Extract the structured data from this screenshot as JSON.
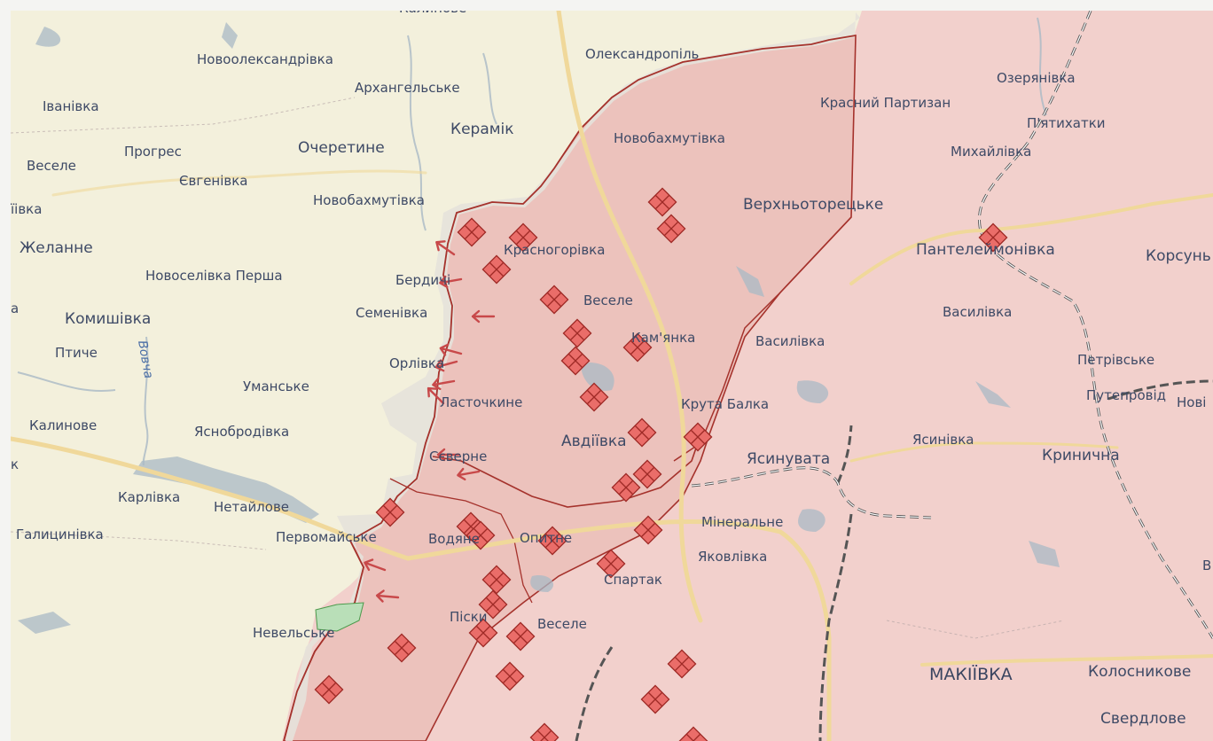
{
  "map": {
    "colors": {
      "background": "#f3f0dc",
      "occupied": "#f2d0cc",
      "recent_gain": "#ecc2bc",
      "contested": "#e5e2da",
      "front_line": "#a5322c",
      "marker": "#ea6d69",
      "water": "#a9b9c6",
      "road": "#f0d89a",
      "rail": "#555555"
    },
    "labels": [
      {
        "id": "kalynove-top",
        "text": "Калинове"
      },
      {
        "id": "novooleksandrivka",
        "text": "Новоолександрівка"
      },
      {
        "id": "oleksandropil",
        "text": "Олександропіль"
      },
      {
        "id": "arkhanhelske",
        "text": "Архангельське"
      },
      {
        "id": "ozerianivka",
        "text": "Озерянівка"
      },
      {
        "id": "ivanivka",
        "text": "Іванівка"
      },
      {
        "id": "krasnyi-partyzan",
        "text": "Красний Партизан"
      },
      {
        "id": "keramik",
        "text": "Керамік"
      },
      {
        "id": "piatykhatky",
        "text": "П'ятихатки"
      },
      {
        "id": "novobakhmutivka-east",
        "text": "Новобахмутівка"
      },
      {
        "id": "ocheretyne",
        "text": "Очеретине"
      },
      {
        "id": "prohres",
        "text": "Прогрес"
      },
      {
        "id": "mykhailivka",
        "text": "Михайлівка"
      },
      {
        "id": "vesele-west",
        "text": "Веселе"
      },
      {
        "id": "yevhenivka",
        "text": "Євгенівка"
      },
      {
        "id": "novobakhmutivka-west",
        "text": "Новобахмутівка"
      },
      {
        "id": "verkhnotoretske",
        "text": "Верхньоторецьке"
      },
      {
        "id": "ivka-edge",
        "text": "їівка"
      },
      {
        "id": "zhelanne",
        "text": "Желанне"
      },
      {
        "id": "krasnohorivka",
        "text": "Красногорівка"
      },
      {
        "id": "pantelemonivka",
        "text": "Пантелеймонівка"
      },
      {
        "id": "korsun",
        "text": "Корсунь"
      },
      {
        "id": "novoselivka-persha",
        "text": "Новоселівка Перша"
      },
      {
        "id": "berdychi",
        "text": "Бердичі"
      },
      {
        "id": "vesele-center",
        "text": "Веселе"
      },
      {
        "id": "semenivka",
        "text": "Семенівка"
      },
      {
        "id": "vasylivka-east",
        "text": "Василівка"
      },
      {
        "id": "komyshivka",
        "text": "Комишівка"
      },
      {
        "id": "kamianka",
        "text": "Кам'янка"
      },
      {
        "id": "vasylivka-center",
        "text": "Василівка"
      },
      {
        "id": "ptyche",
        "text": "Птиче"
      },
      {
        "id": "orlivka",
        "text": "Орлівка"
      },
      {
        "id": "petrivske",
        "text": "Петрівське"
      },
      {
        "id": "vovcha",
        "text": "Вовча"
      },
      {
        "id": "umanske",
        "text": "Уманське"
      },
      {
        "id": "putepravid",
        "text": "Путепровід"
      },
      {
        "id": "novi",
        "text": "Нові"
      },
      {
        "id": "lastochkyne",
        "text": "Ласточкине"
      },
      {
        "id": "kruta-balka",
        "text": "Крута Балка"
      },
      {
        "id": "kalynove",
        "text": "Калинове"
      },
      {
        "id": "yasnobrodivka",
        "text": "Яснобродівка"
      },
      {
        "id": "avdiivka",
        "text": "Авдіївка"
      },
      {
        "id": "yasynivka",
        "text": "Ясинівка"
      },
      {
        "id": "syverne",
        "text": "Сєверне"
      },
      {
        "id": "yasynuvata",
        "text": "Ясинувата"
      },
      {
        "id": "krynychna",
        "text": "Криничнa"
      },
      {
        "id": "karlivka",
        "text": "Карлівка"
      },
      {
        "id": "netailove",
        "text": "Нетайлове"
      },
      {
        "id": "mineralne",
        "text": "Мінеральне"
      },
      {
        "id": "halytsynivka",
        "text": "Галицинівка"
      },
      {
        "id": "pervomaiske",
        "text": "Первомайське"
      },
      {
        "id": "vodiane",
        "text": "Водяне"
      },
      {
        "id": "opytne",
        "text": "Опитне"
      },
      {
        "id": "yakovlivka",
        "text": "Яковлівка"
      },
      {
        "id": "spartak",
        "text": "Спартак"
      },
      {
        "id": "b-edge",
        "text": "В"
      },
      {
        "id": "pisky",
        "text": "Піски"
      },
      {
        "id": "vesele-south",
        "text": "Веселе"
      },
      {
        "id": "nevelske",
        "text": "Невельське"
      },
      {
        "id": "makiivka",
        "text": "МАКІЇВКА"
      },
      {
        "id": "kolosnykove",
        "text": "Колосникове"
      },
      {
        "id": "sverdlove",
        "text": "Свердлове"
      },
      {
        "id": "a-edge",
        "text": "а"
      },
      {
        "id": "k-edge",
        "text": "к"
      }
    ],
    "markers": {
      "count": 34
    },
    "advance_arrows": {
      "count": 14
    }
  }
}
